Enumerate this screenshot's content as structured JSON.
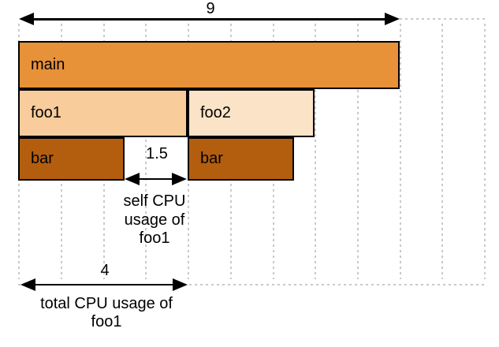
{
  "diagram": {
    "kind": "flame-graph-cpu-usage-illustration",
    "colors": {
      "background": "#FFFFFF",
      "frame_main": "#E79139",
      "frame_foo1": "#F8CC9B",
      "frame_foo2": "#FBE3C8",
      "frame_bar": "#B35E0F",
      "frame_border": "#000000",
      "gridline": "#C9C9C9",
      "arrow": "#000000",
      "text": "#000000"
    },
    "frames": [
      {
        "label": "main",
        "depth": 0,
        "start": 0,
        "width": 9
      },
      {
        "label": "foo1",
        "depth": 1,
        "start": 0,
        "width": 4
      },
      {
        "label": "foo2",
        "depth": 1,
        "start": 4,
        "width": 3
      },
      {
        "label": "bar",
        "depth": 2,
        "start": 0,
        "width": 2.5
      },
      {
        "label": "bar",
        "depth": 2,
        "start": 4,
        "width": 2.5
      }
    ],
    "annotations": {
      "total_width": {
        "value": "9"
      },
      "self_cpu": {
        "value": "1.5",
        "caption": "self CPU\nusage of\nfoo1"
      },
      "total_cpu": {
        "value": "4",
        "caption": "total CPU usage of\nfoo1"
      }
    }
  }
}
